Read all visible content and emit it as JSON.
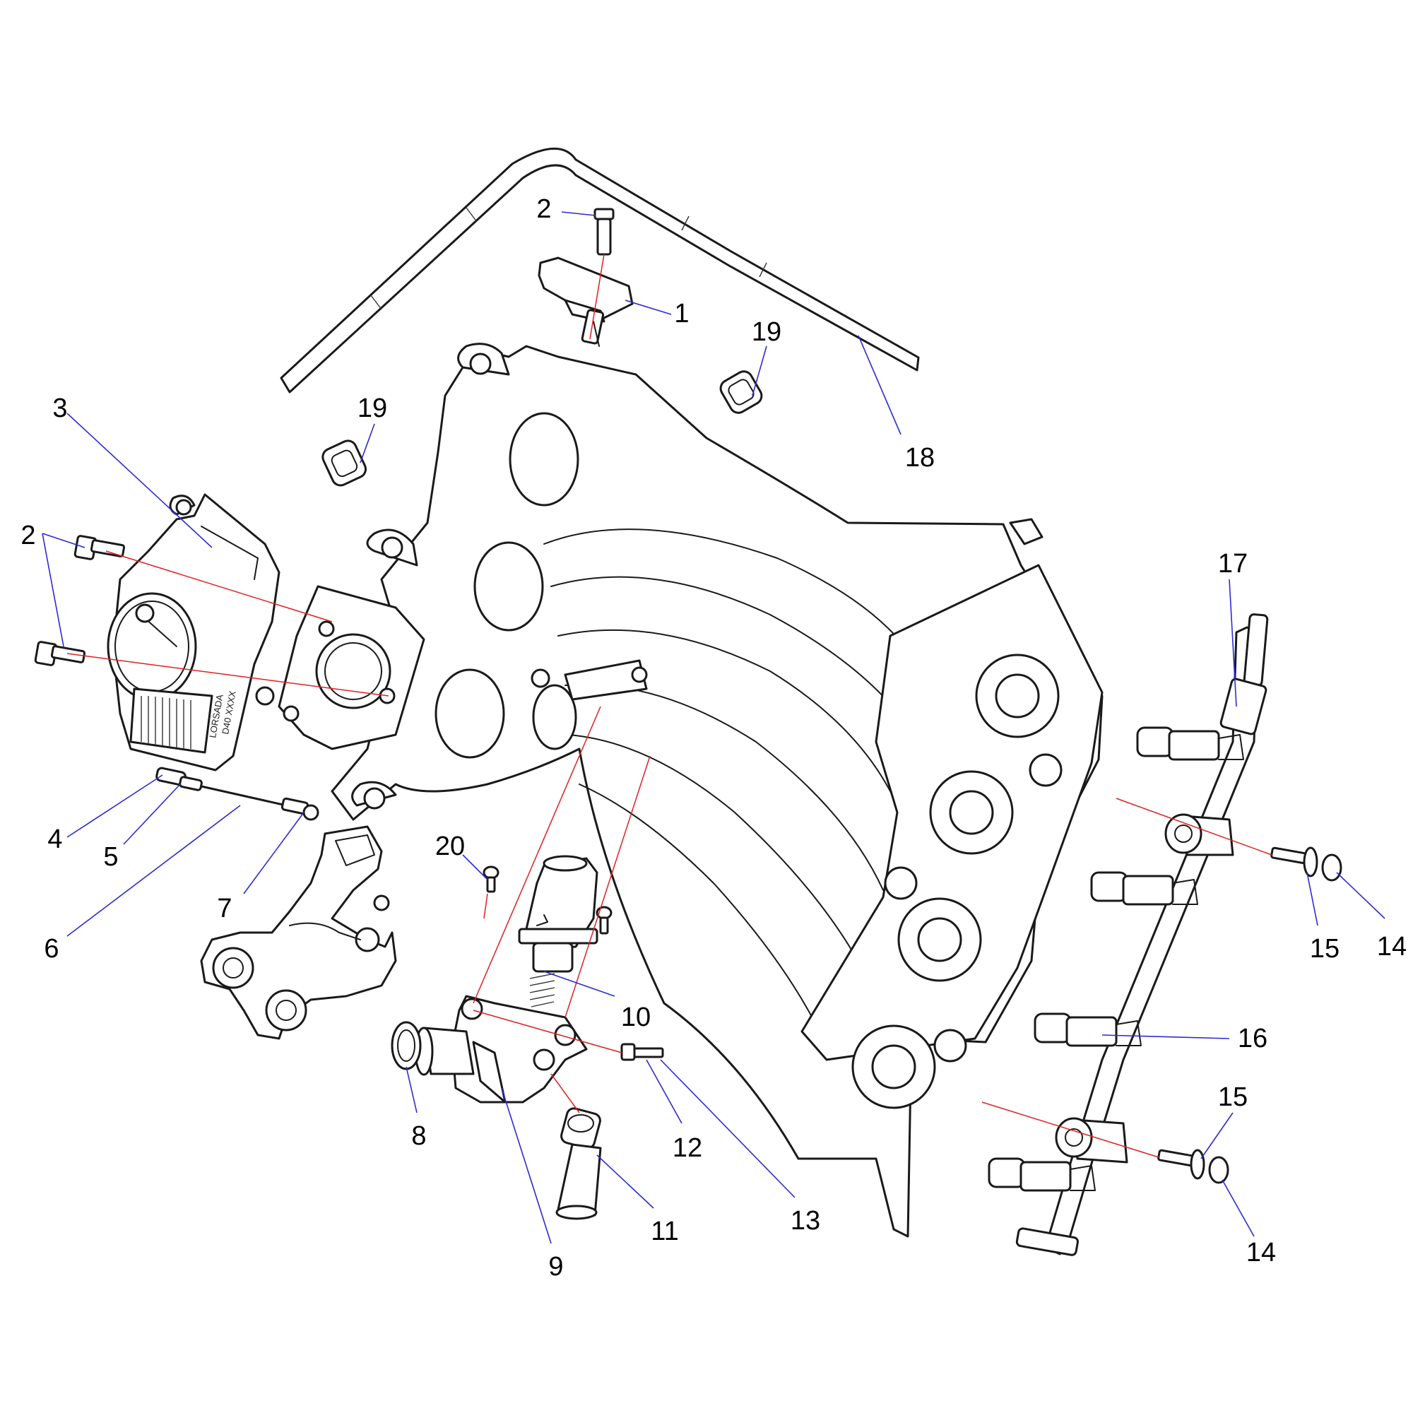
{
  "diagram": {
    "callouts": [
      {
        "id": "c2-top",
        "text": "2"
      },
      {
        "id": "c1",
        "text": "1"
      },
      {
        "id": "c19-right",
        "text": "19"
      },
      {
        "id": "c19-left",
        "text": "19"
      },
      {
        "id": "c18",
        "text": "18"
      },
      {
        "id": "c3",
        "text": "3"
      },
      {
        "id": "c2-left",
        "text": "2"
      },
      {
        "id": "c17",
        "text": "17"
      },
      {
        "id": "c4",
        "text": "4"
      },
      {
        "id": "c5",
        "text": "5"
      },
      {
        "id": "c6",
        "text": "6"
      },
      {
        "id": "c7",
        "text": "7"
      },
      {
        "id": "c20",
        "text": "20"
      },
      {
        "id": "c10",
        "text": "10"
      },
      {
        "id": "c8",
        "text": "8"
      },
      {
        "id": "c9",
        "text": "9"
      },
      {
        "id": "c11",
        "text": "11"
      },
      {
        "id": "c12",
        "text": "12"
      },
      {
        "id": "c13",
        "text": "13"
      },
      {
        "id": "c15-upper",
        "text": "15"
      },
      {
        "id": "c14-upper",
        "text": "14"
      },
      {
        "id": "c16",
        "text": "16"
      },
      {
        "id": "c15-lower",
        "text": "15"
      },
      {
        "id": "c14-lower",
        "text": "14"
      }
    ],
    "throttle_body_marking": [
      "LORSADA",
      "D40 XXXX"
    ],
    "colors": {
      "leader": "#2b2bd6",
      "axis": "#e02020",
      "outline": "#1a1a1a"
    }
  }
}
